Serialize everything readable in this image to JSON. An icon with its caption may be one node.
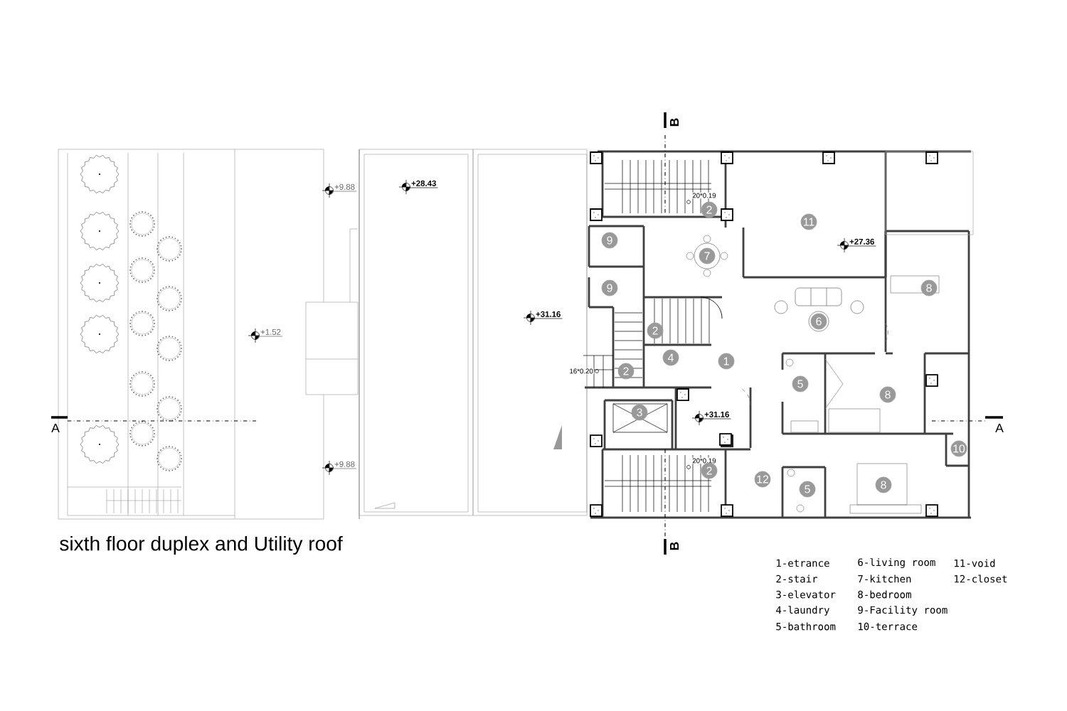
{
  "diagram": {
    "title": "sixth floor duplex and Utility roof",
    "labels": [
      "B",
      "+9.88",
      "+28.43",
      "20*0.19",
      "2",
      "11",
      "9",
      "+27.36",
      "7",
      "8",
      "9",
      "+31.16",
      "6",
      "2",
      "+1.52",
      "4",
      "1",
      "16*0.20",
      "2",
      "5",
      "8",
      "3",
      "+31.16",
      "A",
      "A",
      "10",
      "+9.88",
      "20*0.19",
      "2",
      "12",
      "5",
      "8",
      "B",
      "1-etrance",
      "2-stair",
      "3-elevator",
      "4-laundry",
      "5-bathroom",
      "6-living room",
      "7-kitchen",
      "8-bedroom",
      "9-Facility room",
      "10-terrace",
      "11-void",
      "12-closet"
    ]
  }
}
